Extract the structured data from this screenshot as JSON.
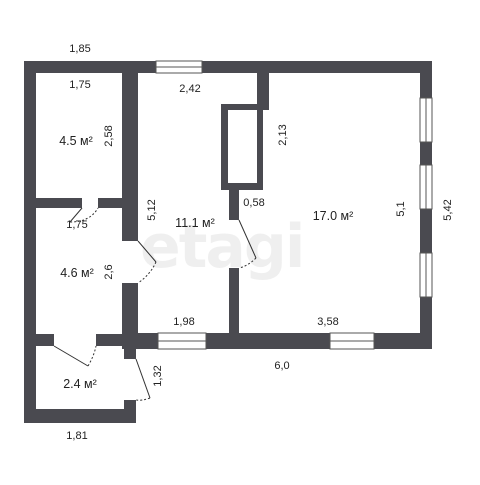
{
  "watermark": "etagi",
  "colors": {
    "wall": "#4a4a50",
    "window_frame": "#555555",
    "door_line": "#333333"
  },
  "dimensions": {
    "top_overall": "1,85",
    "left_room_top_width": "1,75",
    "left_room_top_height": "2,58",
    "middle_room_top_width": "2,42",
    "chimney_height": "2,13",
    "middle_room_height": "5,12",
    "chimney_gap": "0,58",
    "right_room_height": "5,1",
    "right_overall_height": "5,42",
    "left_middle_room_width": "1,75",
    "left_middle_room_height": "2,6",
    "middle_room_bottom_width": "1,98",
    "right_room_bottom_width": "3,58",
    "bottom_overall_width": "6,0",
    "small_room_height": "1,32",
    "small_room_bottom_width": "1,81"
  },
  "areas": {
    "room_top_left": "4.5 м²",
    "room_middle": "11.1 м²",
    "room_right": "17.0 м²",
    "room_middle_left": "4.6 м²",
    "room_bottom_left": "2.4 м²"
  }
}
